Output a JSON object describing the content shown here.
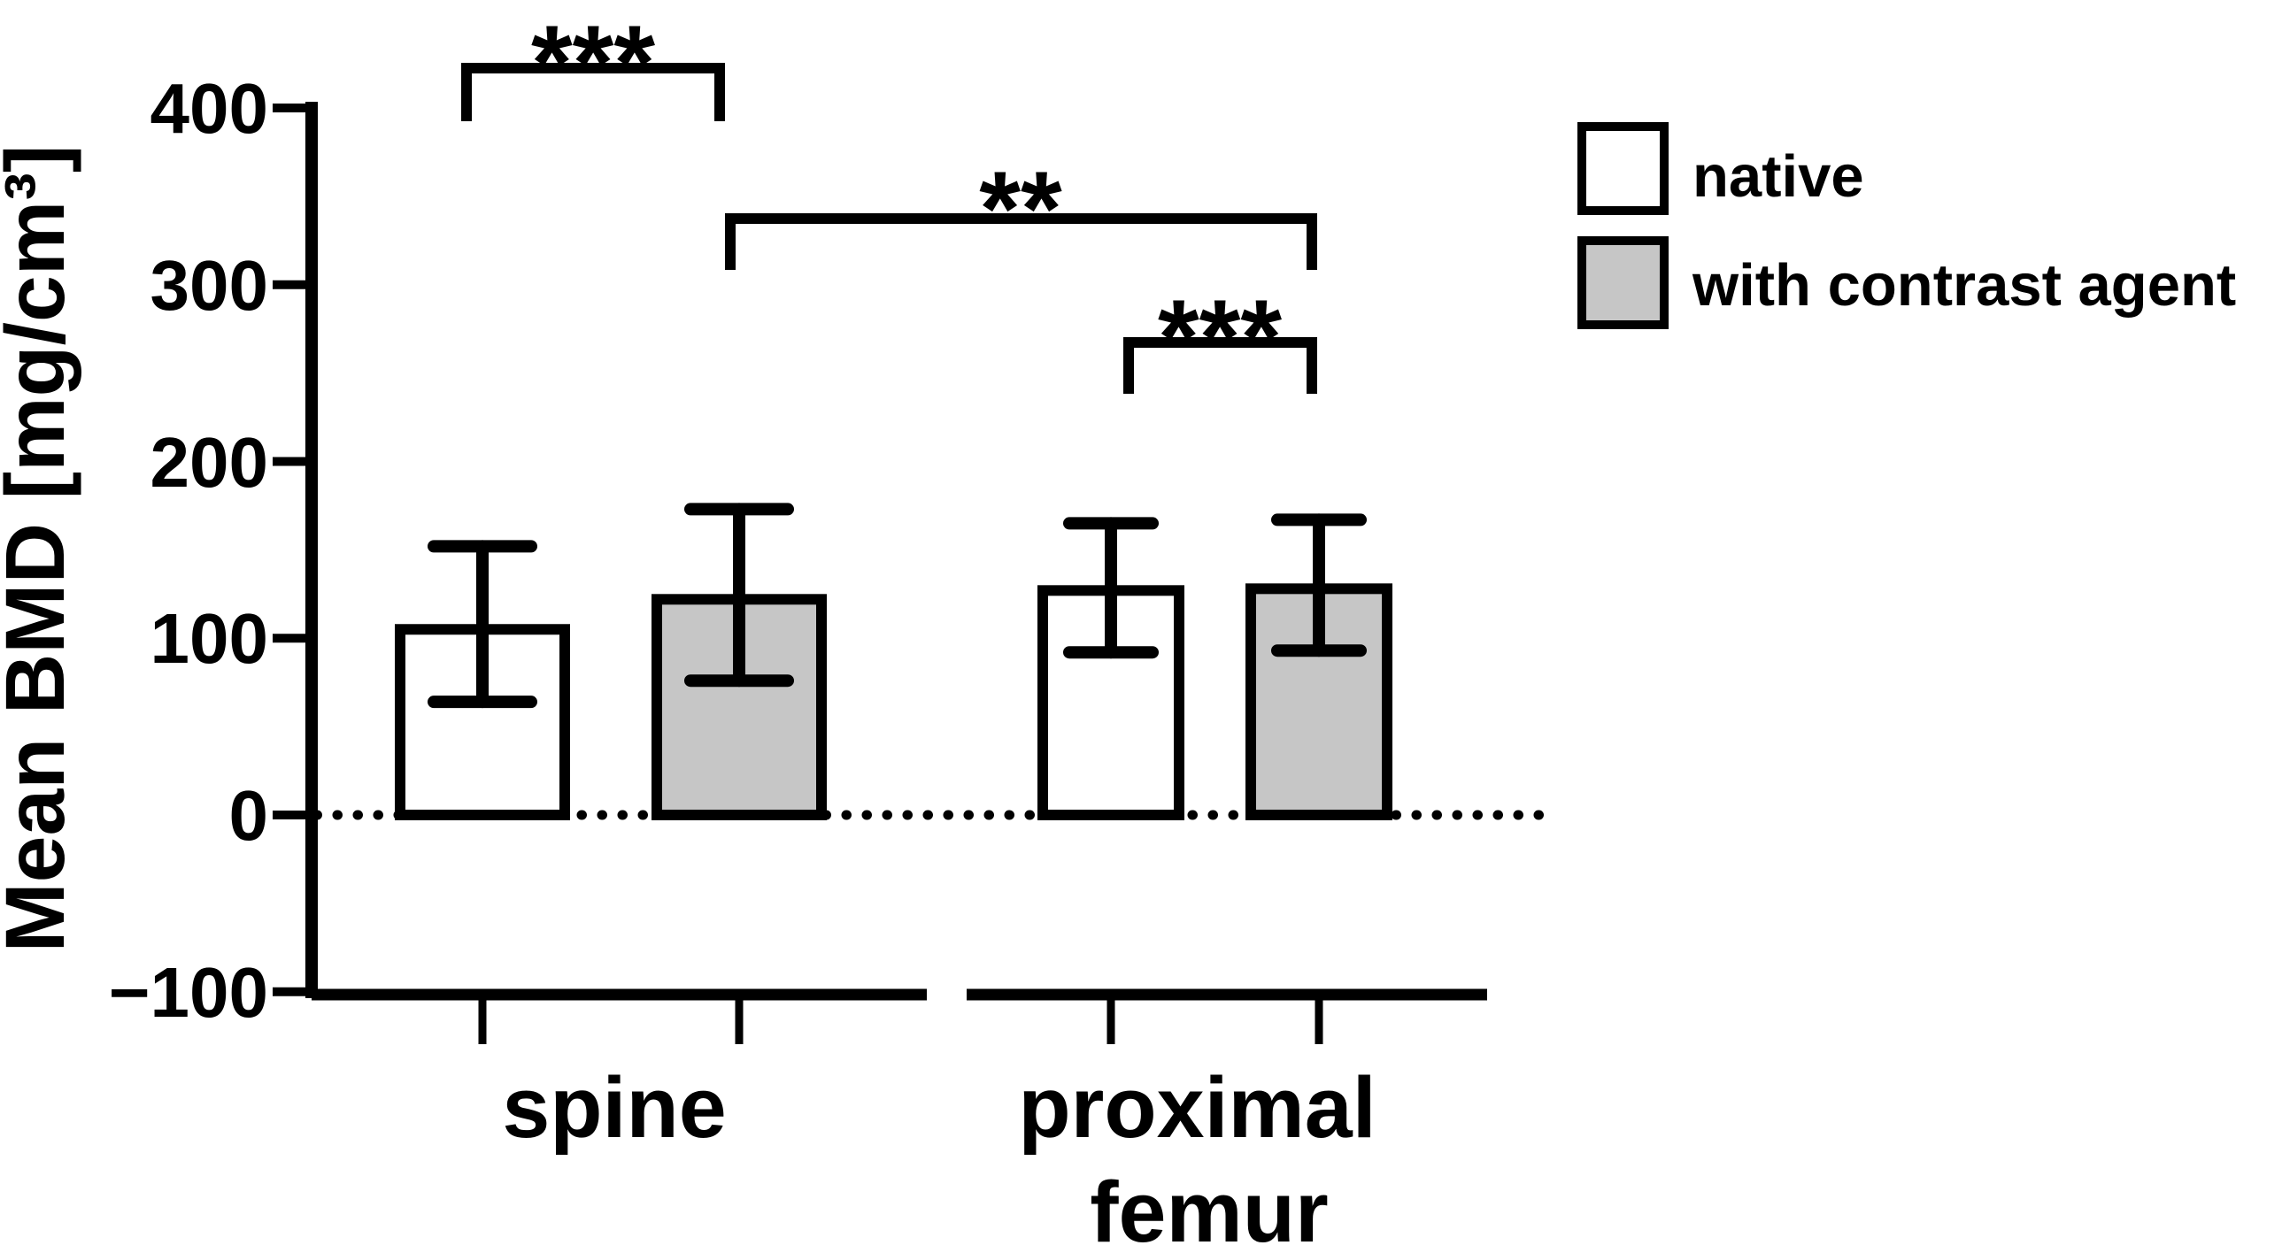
{
  "figure": {
    "description": "Grouped bar chart with error bars comparing mean bone mineral density (BMD) measured native vs. with contrast agent, for spine and proximal femur",
    "background_color": "#ffffff",
    "ink_color": "#000000"
  },
  "chart_data": {
    "type": "bar",
    "title": "",
    "xlabel": "",
    "ylabel": "Mean BMD [mg/cm³]",
    "ylim": [
      -100,
      400
    ],
    "y_ticks": [
      "400",
      "300",
      "200",
      "100",
      "0",
      "−100"
    ],
    "y_tick_values": [
      400,
      300,
      200,
      100,
      0,
      -100
    ],
    "grid": false,
    "baseline": {
      "value": 0,
      "style": "dotted"
    },
    "groups": [
      {
        "label": "spine",
        "lines": [
          "spine"
        ]
      },
      {
        "label": "proximal femur",
        "lines": [
          "proximal",
          "femur"
        ]
      }
    ],
    "series": [
      {
        "name": "native",
        "fill": "#ffffff",
        "values": [
          105,
          127
        ],
        "err_low": [
          64,
          92
        ],
        "err_high": [
          152,
          165
        ]
      },
      {
        "name": "with contrast agent",
        "fill": "#c6c6c6",
        "values": [
          122,
          128
        ],
        "err_low": [
          76,
          93
        ],
        "err_high": [
          173,
          167
        ]
      }
    ],
    "significance": [
      {
        "label": "***",
        "between": [
          "spine native",
          "spine with contrast agent"
        ]
      },
      {
        "label": "**",
        "between": [
          "spine with contrast agent",
          "proximal femur with contrast agent"
        ]
      },
      {
        "label": "***",
        "between": [
          "proximal femur native",
          "proximal femur with contrast agent"
        ]
      }
    ],
    "legend": {
      "position": "top-right",
      "items": [
        {
          "label": "native",
          "swatch": "#ffffff"
        },
        {
          "label": "with contrast agent",
          "swatch": "#c6c6c6"
        }
      ]
    },
    "colors": {
      "axis": "#000000",
      "bar_outline": "#000000",
      "error_bar": "#000000",
      "gray_fill": "#c6c6c6"
    }
  }
}
